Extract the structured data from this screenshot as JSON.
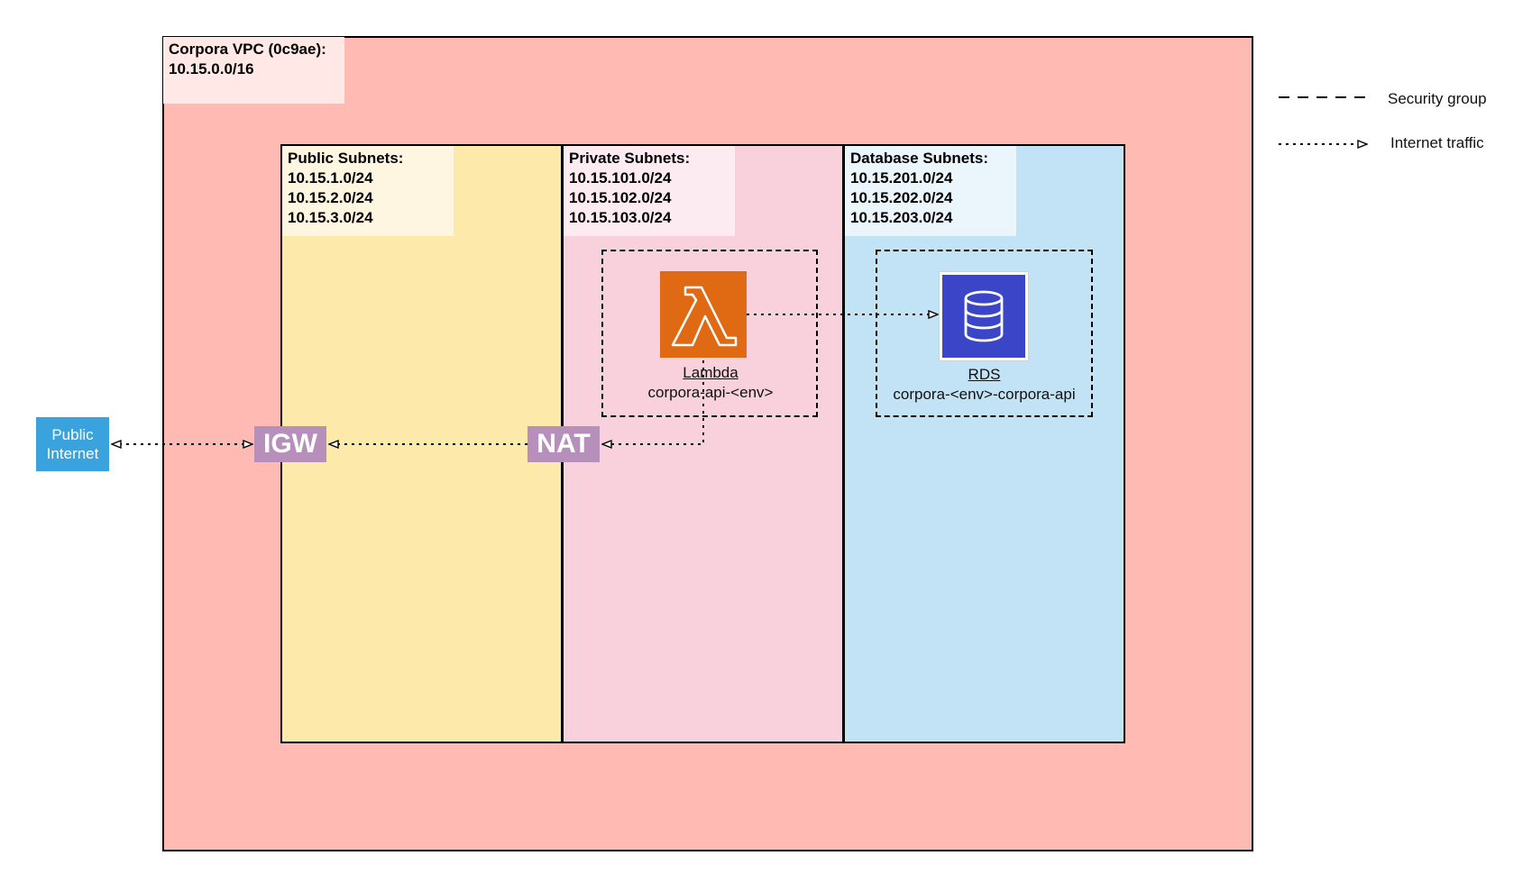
{
  "vpc": {
    "label": "Corpora VPC (0c9ae):\n10.15.0.0/16"
  },
  "subnets": {
    "public": "Public Subnets:\n10.15.1.0/24\n10.15.2.0/24\n10.15.3.0/24",
    "private": "Private Subnets:\n10.15.101.0/24\n10.15.102.0/24\n10.15.103.0/24",
    "database": "Database Subnets:\n10.15.201.0/24\n10.15.202.0/24\n10.15.203.0/24"
  },
  "lambda": {
    "service": "Lambda",
    "name": "corpora-api-<env>",
    "icon": "lambda-icon",
    "color": "#e06a13"
  },
  "rds": {
    "service": "RDS",
    "name": "corpora-<env>-corpora-api",
    "icon": "database-icon",
    "color": "#3b45c8"
  },
  "gateways": {
    "igw": "IGW",
    "nat": "NAT",
    "color": "#b690bb"
  },
  "public_internet": {
    "label": "Public\nInternet",
    "color": "#3aa3dd"
  },
  "legend": {
    "security_group": "Security group",
    "internet_traffic": "Internet traffic"
  },
  "colors": {
    "vpc": "#ffbab3",
    "public_subnet": "#fde9aa",
    "private_subnet": "#f8d1dc",
    "database_subnet": "#c2e3f5"
  }
}
